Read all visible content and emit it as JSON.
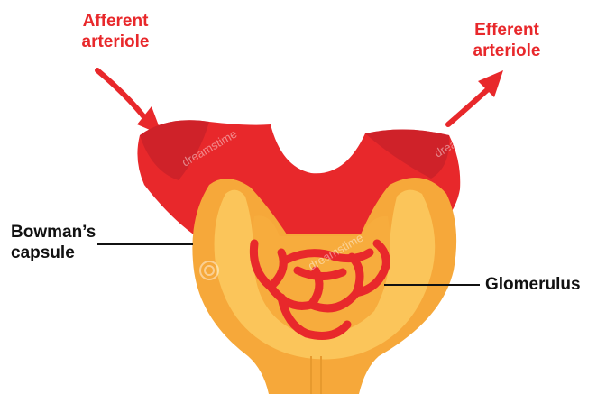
{
  "labels": {
    "afferent": "Afferent\narteriole",
    "efferent": "Efferent\narteriole",
    "bowman": "Bowman’s\ncapsule",
    "glomerulus": "Glomerulus"
  },
  "watermark": "dreamstime",
  "colors": {
    "arteriole_red": "#e8282b",
    "vessel_dark_red": "#c7202a",
    "capsule_orange": "#f6a83a",
    "capsule_light": "#fbc55a",
    "label_red": "#e8282b",
    "label_dark": "#111111"
  }
}
